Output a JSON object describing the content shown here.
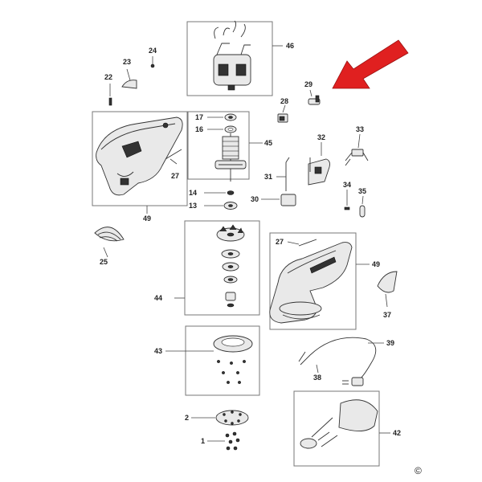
{
  "colors": {
    "arrow": "#e02020",
    "line": "#444444",
    "box": "#777777"
  },
  "copyright": "©",
  "callouts": [
    {
      "id": "c46",
      "label": "46"
    },
    {
      "id": "c24",
      "label": "24"
    },
    {
      "id": "c23",
      "label": "23"
    },
    {
      "id": "c22",
      "label": "22"
    },
    {
      "id": "c29",
      "label": "29"
    },
    {
      "id": "c28",
      "label": "28"
    },
    {
      "id": "c17",
      "label": "17"
    },
    {
      "id": "c16",
      "label": "16"
    },
    {
      "id": "c45",
      "label": "45"
    },
    {
      "id": "c32",
      "label": "32"
    },
    {
      "id": "c33",
      "label": "33"
    },
    {
      "id": "c27a",
      "label": "27"
    },
    {
      "id": "c31",
      "label": "31"
    },
    {
      "id": "c14",
      "label": "14"
    },
    {
      "id": "c34",
      "label": "34"
    },
    {
      "id": "c35",
      "label": "35"
    },
    {
      "id": "c30",
      "label": "30"
    },
    {
      "id": "c13",
      "label": "13"
    },
    {
      "id": "c49a",
      "label": "49"
    },
    {
      "id": "c25",
      "label": "25"
    },
    {
      "id": "c27b",
      "label": "27"
    },
    {
      "id": "c49b",
      "label": "49"
    },
    {
      "id": "c44",
      "label": "44"
    },
    {
      "id": "c37",
      "label": "37"
    },
    {
      "id": "c43",
      "label": "43"
    },
    {
      "id": "c39",
      "label": "39"
    },
    {
      "id": "c38",
      "label": "38"
    },
    {
      "id": "c42",
      "label": "42"
    },
    {
      "id": "c2",
      "label": "2"
    },
    {
      "id": "c1",
      "label": "1"
    }
  ]
}
